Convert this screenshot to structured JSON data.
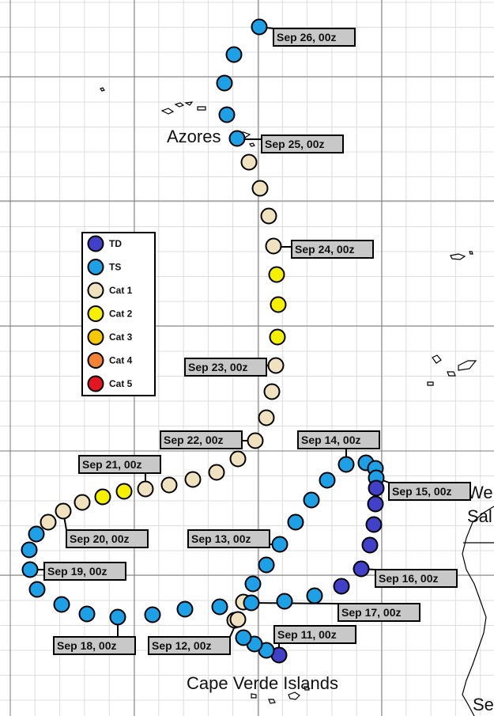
{
  "map": {
    "places": {
      "azores": "Azores",
      "cape_verde": "Cape Verde Islands",
      "west_sahara_line1": "We",
      "west_sahara_line2": "Sal",
      "senegal": "Se"
    },
    "legend": [
      {
        "key": "td",
        "label": "TD",
        "color": "#4040C8"
      },
      {
        "key": "ts",
        "label": "TS",
        "color": "#1EA0E6"
      },
      {
        "key": "cat1",
        "label": "Cat 1",
        "color": "#F0E2BE"
      },
      {
        "key": "cat2",
        "label": "Cat 2",
        "color": "#F5F000"
      },
      {
        "key": "cat3",
        "label": "Cat 3",
        "color": "#F5C800"
      },
      {
        "key": "cat4",
        "label": "Cat 4",
        "color": "#F58232"
      },
      {
        "key": "cat5",
        "label": "Cat 5",
        "color": "#E6141E"
      }
    ],
    "date_labels": {
      "sep11": "Sep 11, 00z",
      "sep12": "Sep 12, 00z",
      "sep13": "Sep 13, 00z",
      "sep14": "Sep 14, 00z",
      "sep15": "Sep 15, 00z",
      "sep16": "Sep 16, 00z",
      "sep17": "Sep 17, 00z",
      "sep18": "Sep 18, 00z",
      "sep19": "Sep 19, 00z",
      "sep20": "Sep 20, 00z",
      "sep21": "Sep 21, 00z",
      "sep22": "Sep 22, 00z",
      "sep23": "Sep 23, 00z",
      "sep24": "Sep 24, 00z",
      "sep25": "Sep 25, 00z",
      "sep26": "Sep 26, 00z"
    },
    "track_intensity": [
      "td",
      "ts",
      "ts",
      "ts",
      "ts",
      "cat1",
      "cat1",
      "ts",
      "ts",
      "ts",
      "ts",
      "ts",
      "ts",
      "ts",
      "ts",
      "ts",
      "ts",
      "ts",
      "ts",
      "ts",
      "cat1",
      "cat1",
      "cat2",
      "cat2",
      "cat1",
      "cat1",
      "cat1",
      "cat1",
      "cat1",
      "cat1",
      "cat1",
      "cat1",
      "cat1",
      "cat2",
      "cat2",
      "cat2",
      "cat1",
      "cat1",
      "cat1",
      "cat1",
      "ts",
      "ts",
      "ts",
      "ts",
      "ts",
      "ts",
      "ts",
      "ts",
      "ts",
      "ts",
      "ts",
      "ts",
      "td",
      "td",
      "td",
      "td",
      "td",
      "td",
      "td",
      "ts",
      "ts",
      "ts",
      "ts",
      "ts",
      "ts",
      "cat1",
      "ts",
      "ts"
    ]
  }
}
